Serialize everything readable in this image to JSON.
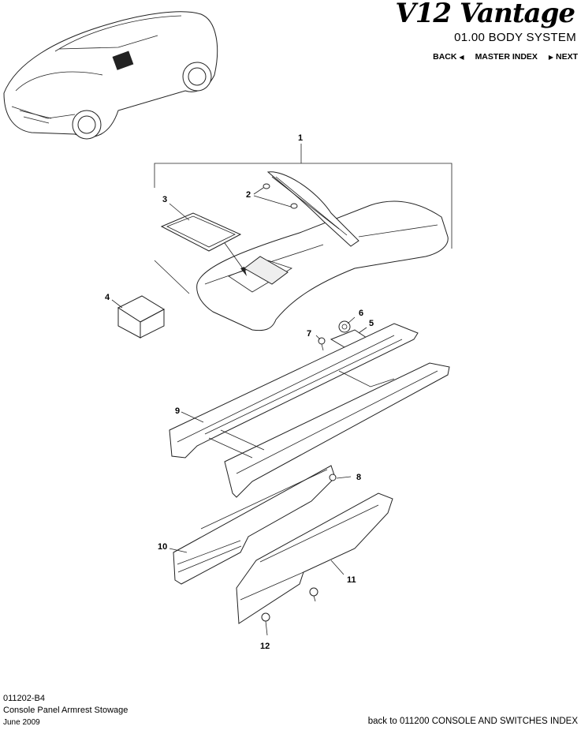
{
  "header": {
    "brand": "V12 Vantage",
    "section": "01.00 BODY SYSTEM",
    "nav": {
      "back": "BACK",
      "master_index": "MASTER INDEX",
      "next": "NEXT"
    }
  },
  "callouts": [
    "1",
    "2",
    "3",
    "4",
    "5",
    "6",
    "7",
    "8",
    "9",
    "10",
    "11",
    "12"
  ],
  "footer": {
    "code": "011202-B4",
    "title": "Console Panel Armrest Stowage",
    "date": "June 2009",
    "back_link": "back to 011200 CONSOLE AND SWITCHES INDEX"
  }
}
